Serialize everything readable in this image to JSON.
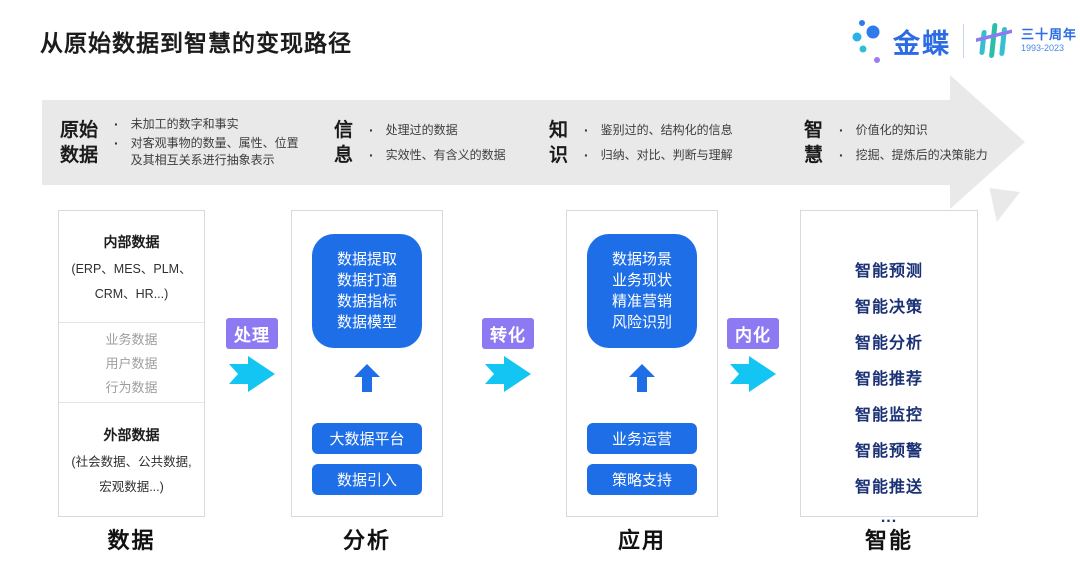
{
  "title": "从原始数据到智慧的变现路径",
  "logo": {
    "brand": "金蝶",
    "anniversary": "三十周年",
    "years": "1993-2023"
  },
  "banner": {
    "stages": [
      {
        "title": "原始数据",
        "bullets": [
          "未加工的数字和事实",
          "对客观事物的数量、属性、位置及其相互关系进行抽象表示"
        ]
      },
      {
        "title": "信息",
        "bullets": [
          "处理过的数据",
          "实效性、有含义的数据"
        ]
      },
      {
        "title": "知识",
        "bullets": [
          "鉴别过的、结构化的信息",
          "归纳、对比、判断与理解"
        ]
      },
      {
        "title": "智慧",
        "bullets": [
          "价值化的知识",
          "挖掘、提炼后的决策能力"
        ]
      }
    ]
  },
  "flow": {
    "connectors": [
      {
        "label": "处理"
      },
      {
        "label": "转化"
      },
      {
        "label": "内化"
      }
    ],
    "columns": [
      {
        "label": "数据",
        "sections": [
          {
            "heading": "内部数据",
            "lines": [
              "(ERP、MES、PLM、",
              "CRM、HR...)"
            ]
          },
          {
            "lines": [
              "业务数据",
              "用户数据",
              "行为数据"
            ]
          },
          {
            "heading": "外部数据",
            "lines": [
              "(社会数据、公共数据,",
              "宏观数据...)"
            ]
          }
        ]
      },
      {
        "label": "分析",
        "main_box": [
          "数据提取",
          "数据打通",
          "数据指标",
          "数据模型"
        ],
        "buttons": [
          "大数据平台",
          "数据引入"
        ]
      },
      {
        "label": "应用",
        "main_box": [
          "数据场景",
          "业务现状",
          "精准营销",
          "风险识别"
        ],
        "buttons": [
          "业务运营",
          "策略支持"
        ]
      },
      {
        "label": "智能",
        "items": [
          "智能预测",
          "智能决策",
          "智能分析",
          "智能推荐",
          "智能监控",
          "智能预警",
          "智能推送",
          "..."
        ]
      }
    ]
  },
  "colors": {
    "primary_blue": "#1e6ee8",
    "navy_text": "#1a3175",
    "purple_label": "#8d7af2",
    "cyan_arrow": "#12c5f2",
    "banner_gray": "#e9e9e9",
    "brand_blue": "#2b6ce4"
  }
}
